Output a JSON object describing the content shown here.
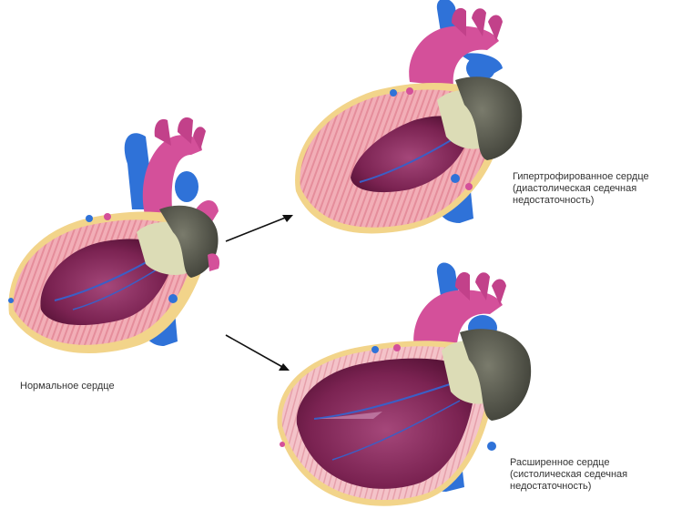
{
  "labels": {
    "normal": "Нормальное сердце",
    "hypertrophic": [
      "Гипертрофированное сердце",
      "(диастолическая седечная",
      "недостаточность)"
    ],
    "dilated": [
      "Расширенное сердце",
      "(систолическая седечная",
      "недостаточность)"
    ]
  },
  "colors": {
    "myocardium": "#f2aeb7",
    "myocardium_stripe": "#e88e9c",
    "chamber": "#8a2c5a",
    "chamber_dark": "#6b1b45",
    "aorta_pink": "#d4509a",
    "vessel_blue": "#2f72d8",
    "valve_gray": "#56574c",
    "valve_light": "#dcdcb6",
    "fat_yellow": "#f2d48a",
    "arrow": "#111111"
  }
}
